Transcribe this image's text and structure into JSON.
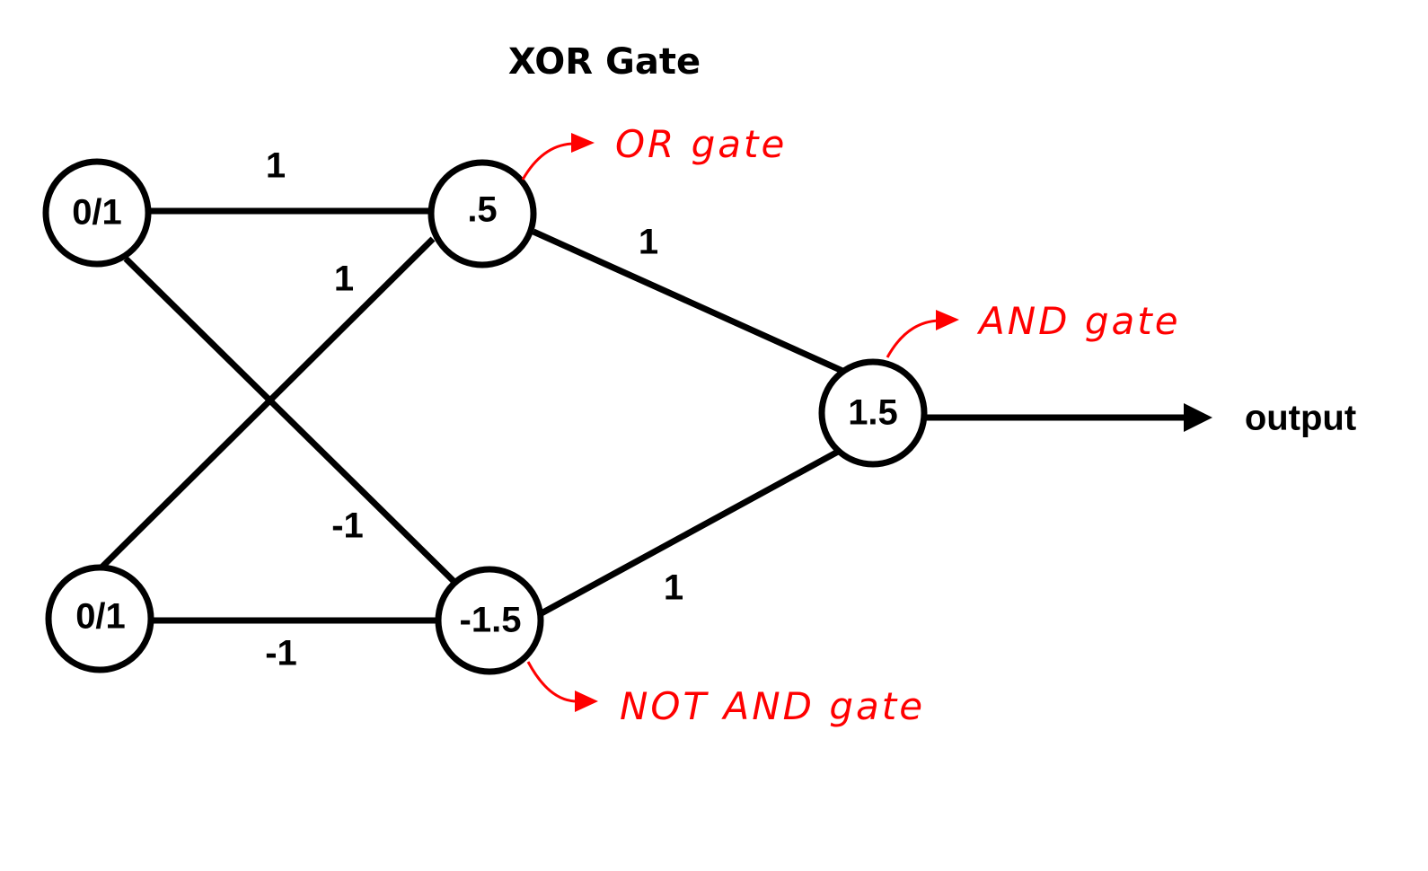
{
  "title": "XOR Gate",
  "nodes": {
    "input_1": "0/1",
    "input_2": "0/1",
    "hidden_or": ".5",
    "hidden_nand": "-1.5",
    "output_node": "1.5"
  },
  "weights": {
    "in1_to_or": "1",
    "in2_to_or": "1",
    "in1_to_nand": "-1",
    "in2_to_nand": "-1",
    "or_to_out": "1",
    "nand_to_out": "1"
  },
  "output_label": "output",
  "annotations": {
    "or": "OR gate",
    "and": "AND gate",
    "nand": "NOT AND gate"
  },
  "colors": {
    "annotation": "#ff0000",
    "line": "#000000"
  }
}
